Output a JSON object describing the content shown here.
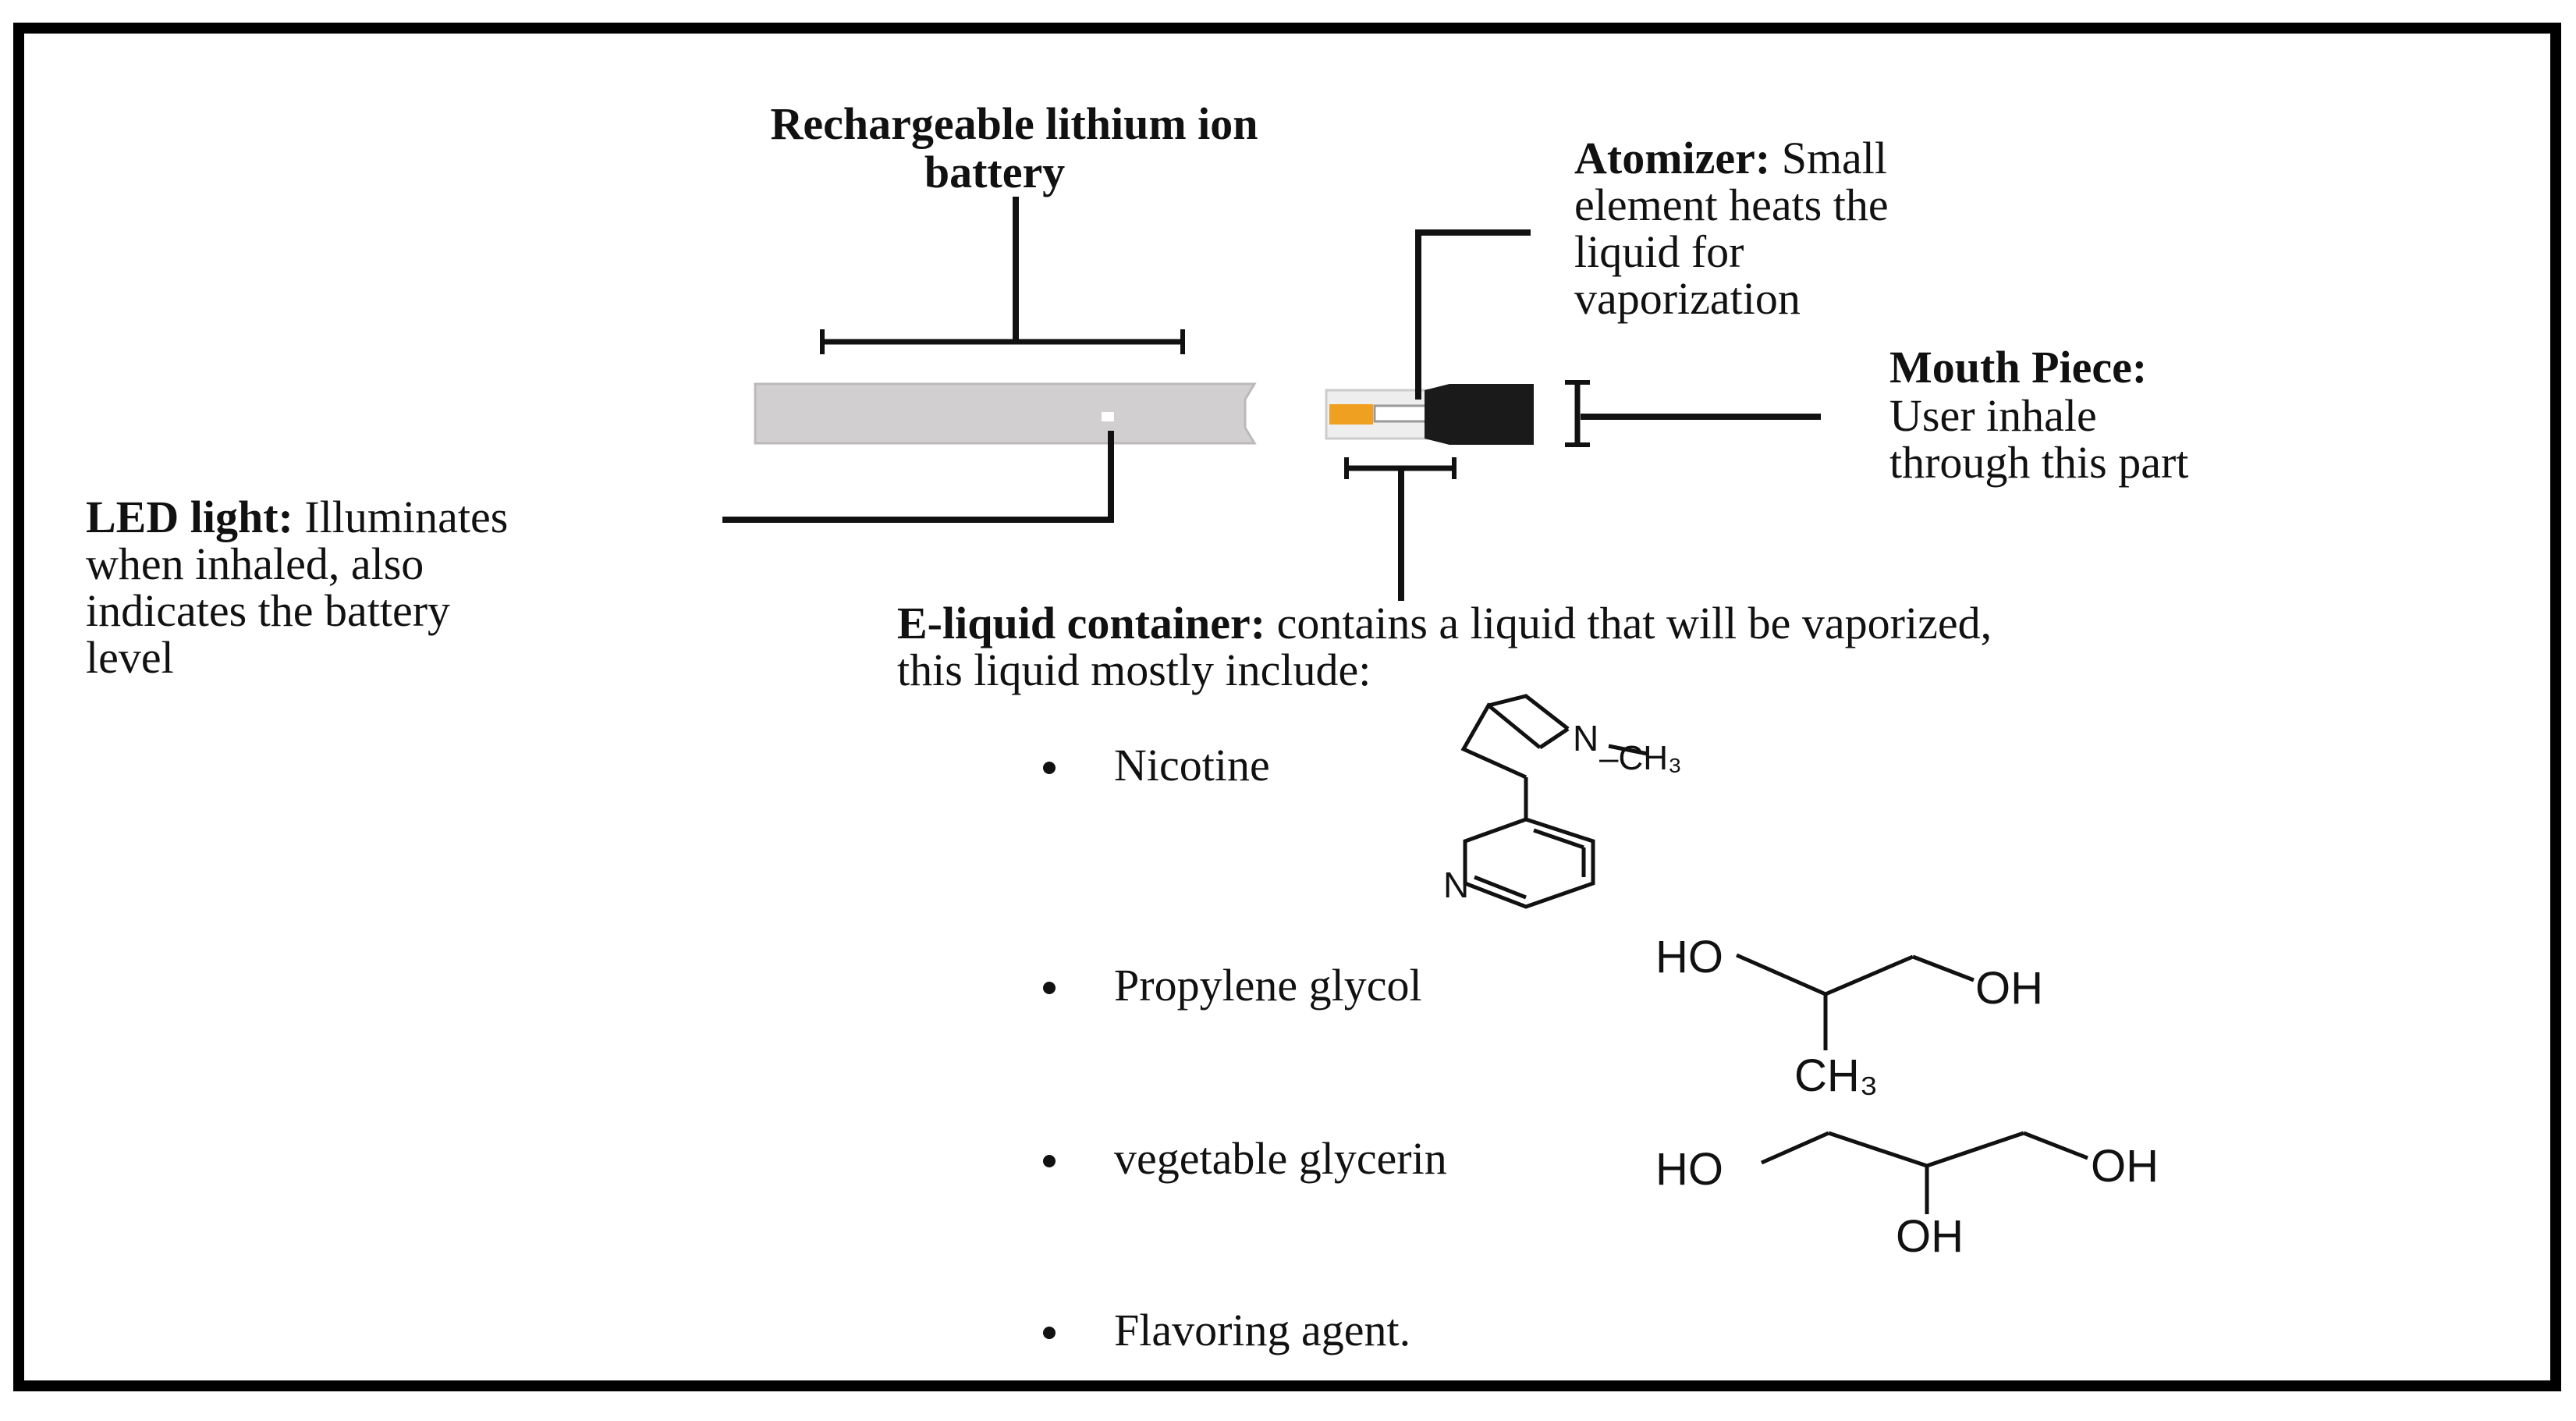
{
  "labels": {
    "battery": {
      "line1": "Rechargeable lithium ion",
      "line2": "battery"
    },
    "atomizer": {
      "title": "Atomizer:",
      "line1_rest": " Small",
      "line2": "element heats the",
      "line3": "liquid for",
      "line4": "vaporization"
    },
    "mouthpiece": {
      "title": "Mouth Piece:",
      "line2": "User inhale",
      "line3": "through this part"
    },
    "led": {
      "title": "LED light:",
      "line1_rest": " Illuminates",
      "line2": "when inhaled, also",
      "line3": "indicates the battery",
      "line4": "level"
    },
    "eliquid": {
      "title": "E-liquid container:",
      "line1_rest": " contains a liquid that will be vaporized,",
      "line2": "this liquid mostly include:"
    }
  },
  "ingredients": [
    {
      "name": "Nicotine"
    },
    {
      "name": "Propylene glycol"
    },
    {
      "name": "vegetable glycerin"
    },
    {
      "name": "Flavoring agent."
    }
  ],
  "chem": {
    "nicotine": {
      "n_ring": "N",
      "methyl": "–CH₃",
      "n_pyridine": "N"
    },
    "propylene_glycol": {
      "ho": "HO",
      "oh": "OH",
      "ch3": "CH₃"
    },
    "glycerin": {
      "ho": "HO",
      "oh_right": "OH",
      "oh_bottom": "OH"
    }
  },
  "colors": {
    "frame": "#000000",
    "battery_body": "#d2cfd0",
    "atomizer_orange": "#f0a020",
    "mouthpiece": "#1a1a1a",
    "led": "#ffffff"
  }
}
